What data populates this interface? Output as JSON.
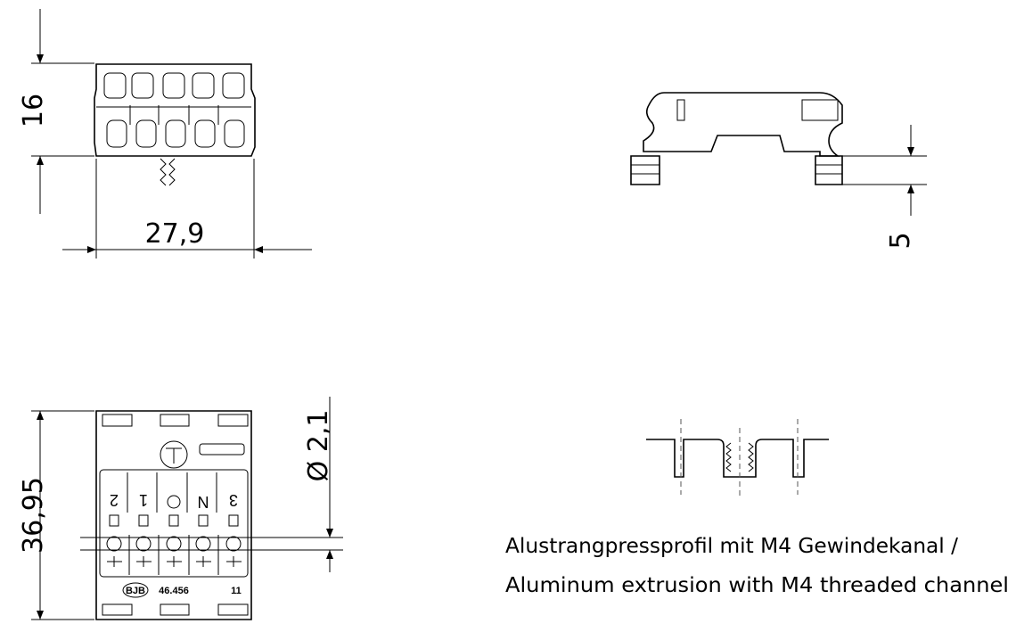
{
  "dimensions": {
    "height_top": "16",
    "width_top": "27,9",
    "rail_height": "5",
    "height_bottom": "36,95",
    "diameter": "Ø 2,1"
  },
  "component_labels": {
    "terminal_1": "2",
    "terminal_2": "1",
    "terminal_3": "N",
    "terminal_4": "3",
    "brand": "BJB",
    "part_number": "46.456",
    "rating": "11"
  },
  "caption": {
    "line1": "Alustrangpressprofil mit M4 Gewindekanal /",
    "line2": "Aluminum extrusion with M4 threaded channel"
  }
}
